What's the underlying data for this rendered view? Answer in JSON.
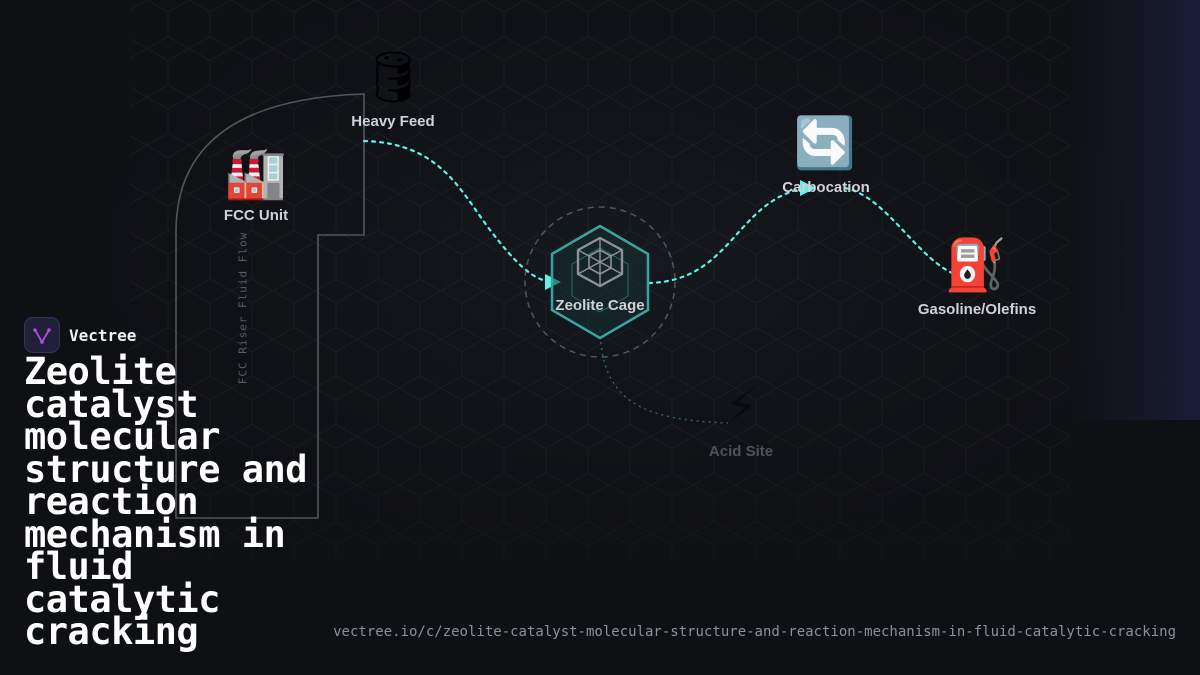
{
  "brand": {
    "name": "Vectree"
  },
  "title": "Zeolite catalyst molecular structure and reaction mechanism in fluid catalytic cracking",
  "url": "vectree.io/c/zeolite-catalyst-molecular-structure-and-reaction-mechanism-in-fluid-catalytic-cracking",
  "colors": {
    "background": "#0f1014",
    "accent": "#5ff0e6",
    "hexagon": "#3aa39b",
    "brand_logo": "#b04ee0"
  },
  "diagram": {
    "riser_label": "FCC Riser Fluid Flow",
    "nodes": {
      "fcc_unit": {
        "label": "FCC Unit",
        "icon": "factory-icon",
        "glyph": "🏭"
      },
      "heavy_feed": {
        "label": "Heavy Feed",
        "icon": "oil-drum-icon",
        "glyph": "🛢"
      },
      "zeolite_cage": {
        "label": "Zeolite Cage",
        "icon": "cage-icon"
      },
      "carbocation": {
        "label": "Carbocation",
        "icon": "cycle-arrows-icon",
        "glyph": "🔄"
      },
      "gasoline": {
        "label": "Gasoline/Olefins",
        "icon": "fuel-pump-icon",
        "glyph": "⛽"
      },
      "acid_site": {
        "label": "Acid Site",
        "icon": "lightning-icon",
        "glyph": "⚡"
      }
    }
  }
}
